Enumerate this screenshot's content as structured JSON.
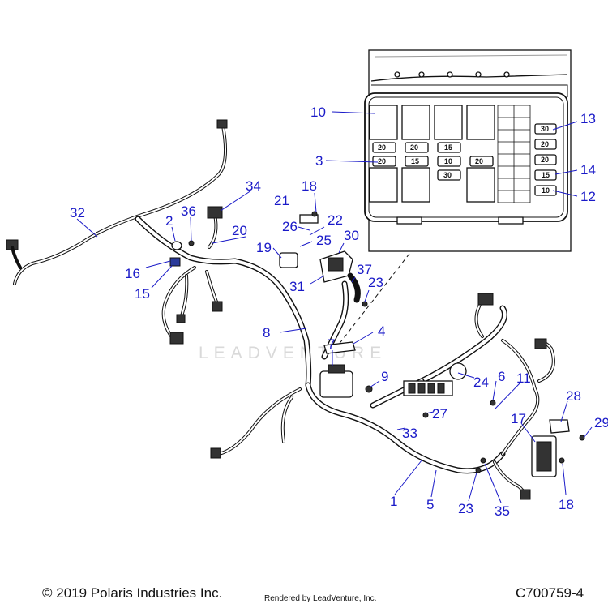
{
  "footer": {
    "copyright": "© 2019 Polaris Industries Inc.",
    "rendered_by": "Rendered by LeadVenture, Inc.",
    "diagram_code": "C700759-4"
  },
  "watermark": "LEADVENTURE",
  "fuse_ratings": {
    "f1": "20",
    "f2": "20",
    "f3": "15",
    "f4": "20",
    "f5": "15",
    "f6": "10",
    "f7": "30",
    "f8": "20",
    "f9": "30",
    "f10": "20",
    "f11": "20",
    "f12": "15",
    "f13": "10"
  },
  "callouts": {
    "c1": "1",
    "c2": "2",
    "c3": "3",
    "c4": "4",
    "c5": "5",
    "c6": "6",
    "c7": "7",
    "c8": "8",
    "c9": "9",
    "c10": "10",
    "c11": "11",
    "c12": "12",
    "c13": "13",
    "c14": "14",
    "c15": "15",
    "c16": "16",
    "c17": "17",
    "c18a": "18",
    "c18b": "18",
    "c19": "19",
    "c20": "20",
    "c21": "21",
    "c22": "22",
    "c23a": "23",
    "c23b": "23",
    "c24": "24",
    "c25": "25",
    "c26": "26",
    "c27": "27",
    "c28": "28",
    "c29": "29",
    "c30": "30",
    "c31": "31",
    "c32": "32",
    "c33": "33",
    "c34": "34",
    "c35": "35",
    "c36": "36",
    "c37": "37"
  },
  "colors": {
    "callout": "#1a1ac8",
    "line": "#111111",
    "watermark": "#d9d9d9"
  }
}
